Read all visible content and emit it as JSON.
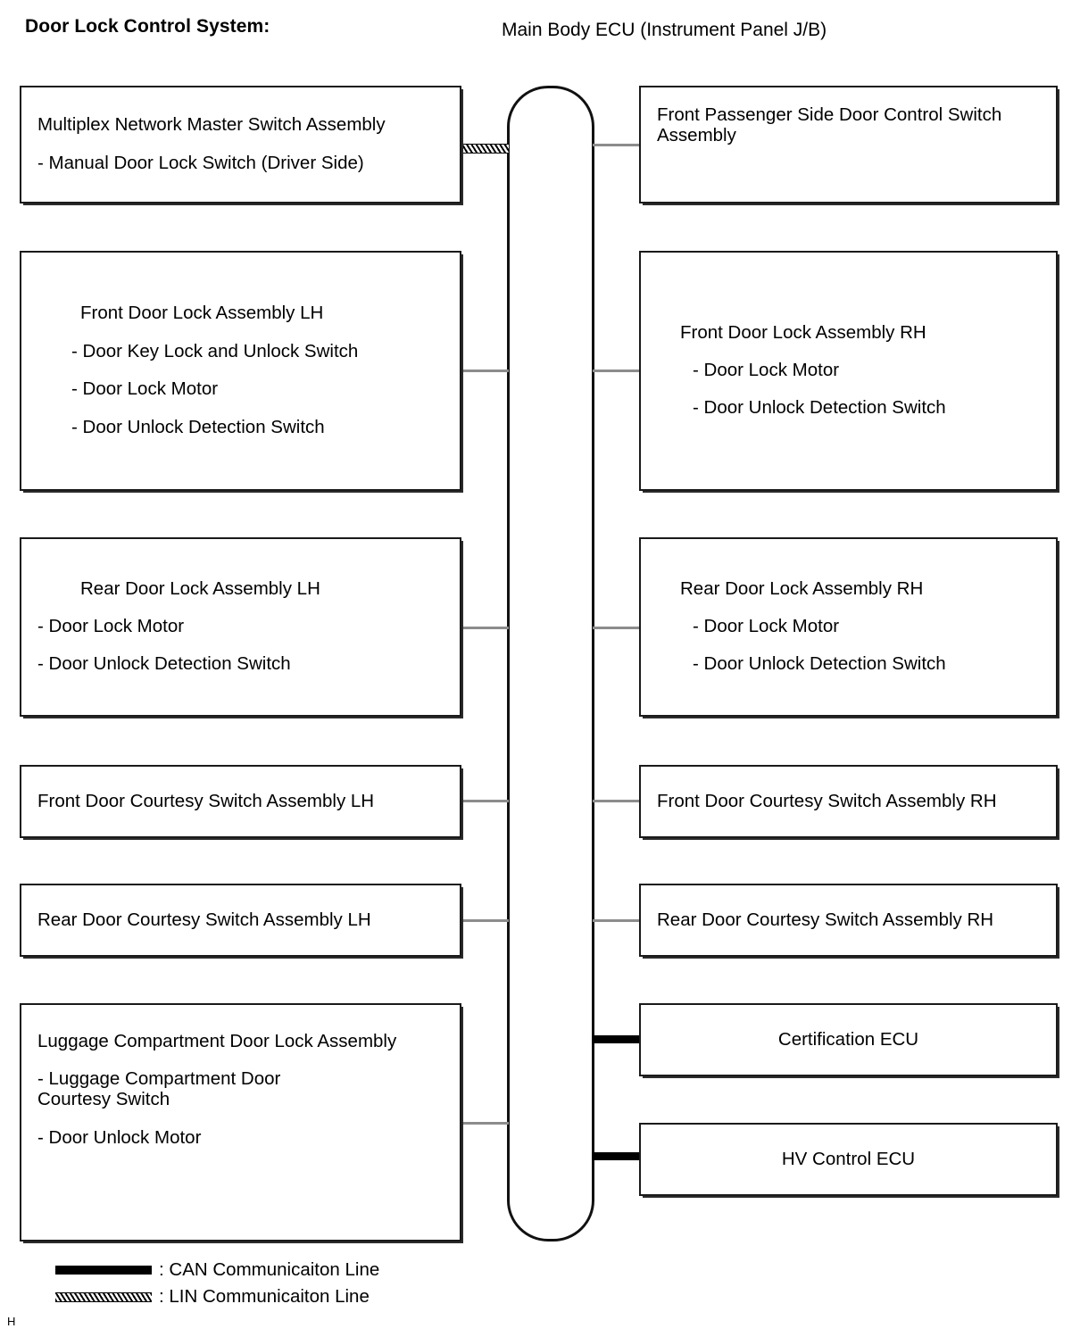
{
  "diagram": {
    "title": "Door Lock Control System:",
    "central_unit": {
      "label": "Main Body ECU (Instrument Panel J/B)",
      "shape": "rounded-vertical-bar"
    },
    "left_column": [
      {
        "name": "multiplex-network-master-switch-assembly",
        "heading": "Multiplex Network Master Switch Assembly",
        "items": [
          "- Manual Door Lock Switch (Driver Side)"
        ],
        "connection": "LIN Communicaiton Line"
      },
      {
        "name": "front-door-lock-assembly-lh",
        "heading": "Front Door Lock Assembly LH",
        "items": [
          "- Door Key Lock and Unlock Switch",
          "- Door Lock Motor",
          "- Door Unlock Detection Switch"
        ],
        "connection": "plain"
      },
      {
        "name": "rear-door-lock-assembly-lh",
        "heading": "Rear Door Lock Assembly LH",
        "items": [
          "- Door Lock Motor",
          "- Door Unlock Detection Switch"
        ],
        "connection": "plain"
      },
      {
        "name": "front-door-courtesy-switch-assembly-lh",
        "heading": "Front Door Courtesy Switch Assembly LH",
        "items": [],
        "connection": "plain"
      },
      {
        "name": "rear-door-courtesy-switch-assembly-lh",
        "heading": "Rear Door Courtesy Switch Assembly LH",
        "items": [],
        "connection": "plain"
      },
      {
        "name": "luggage-compartment-door-lock-assembly",
        "heading": "Luggage Compartment Door Lock Assembly",
        "items": [
          "- Luggage Compartment Door\nCourtesy Switch",
          "- Door Unlock Motor"
        ],
        "connection": "plain"
      }
    ],
    "right_column": [
      {
        "name": "front-passenger-side-door-control-switch-assembly",
        "heading": "Front Passenger Side Door Control Switch\nAssembly",
        "items": [],
        "connection": "plain"
      },
      {
        "name": "front-door-lock-assembly-rh",
        "heading": "Front Door Lock Assembly RH",
        "items": [
          "- Door Lock Motor",
          "- Door Unlock Detection Switch"
        ],
        "connection": "plain"
      },
      {
        "name": "rear-door-lock-assembly-rh",
        "heading": "Rear Door Lock Assembly RH",
        "items": [
          "- Door Lock Motor",
          "- Door Unlock Detection Switch"
        ],
        "connection": "plain"
      },
      {
        "name": "front-door-courtesy-switch-assembly-rh",
        "heading": "Front Door Courtesy Switch Assembly RH",
        "items": [],
        "connection": "plain"
      },
      {
        "name": "rear-door-courtesy-switch-assembly-rh",
        "heading": "Rear Door Courtesy Switch Assembly RH",
        "items": [],
        "connection": "plain"
      },
      {
        "name": "certification-ecu",
        "heading": "Certification ECU",
        "items": [],
        "connection": "CAN Communicaiton Line"
      },
      {
        "name": "hv-control-ecu",
        "heading": "HV Control ECU",
        "items": [],
        "connection": "CAN Communicaiton Line"
      }
    ],
    "legend": [
      {
        "style": "can",
        "text": ": CAN Communicaiton Line"
      },
      {
        "style": "lin",
        "text": ": LIN Communicaiton Line"
      }
    ],
    "page_mark": "H",
    "colors": {
      "line": "#000000",
      "box_border": "#1a1a1a",
      "connector": "#8c8c8c",
      "background": "#ffffff"
    }
  }
}
